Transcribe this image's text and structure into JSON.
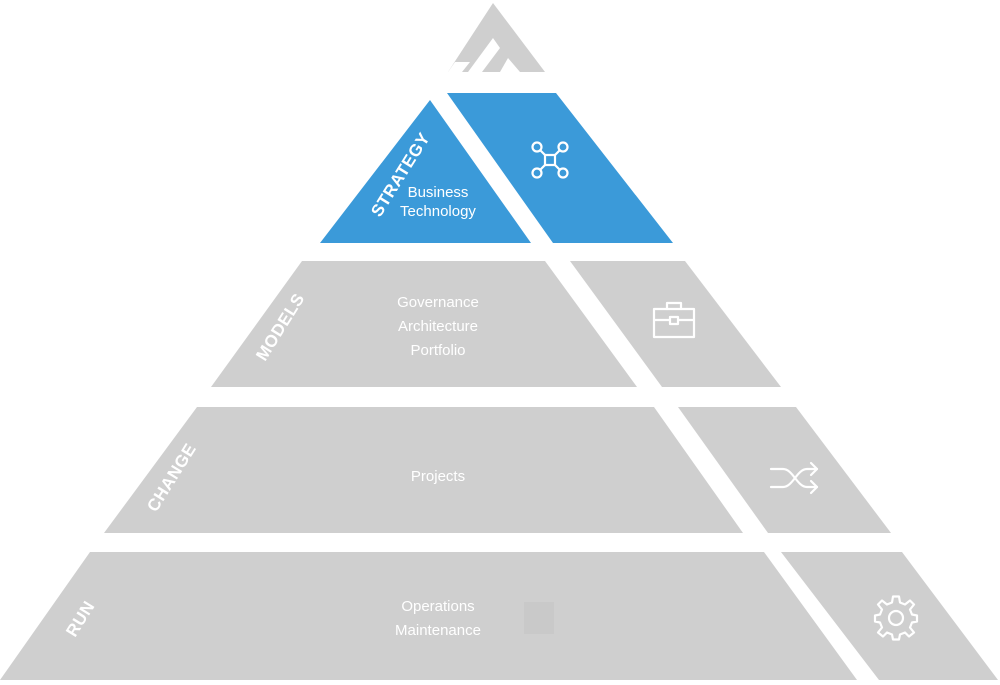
{
  "colors": {
    "active": "#3b9ad9",
    "inactive": "#cfcfcf",
    "logo": "#cfcfcf",
    "text": "#ffffff"
  },
  "logo": {
    "icon": "logo-icon"
  },
  "tiers": [
    {
      "label": "STRATEGY",
      "lines": [
        "Business",
        "Technology"
      ],
      "icon": "network-icon",
      "active": true
    },
    {
      "label": "MODELS",
      "lines": [
        "Governance",
        "Architecture",
        "Portfolio"
      ],
      "icon": "briefcase-icon",
      "active": false
    },
    {
      "label": "CHANGE",
      "lines": [
        "Projects"
      ],
      "icon": "shuffle-icon",
      "active": false
    },
    {
      "label": "RUN",
      "lines": [
        "Operations",
        "Maintenance"
      ],
      "icon": "gear-icon",
      "active": false
    }
  ]
}
